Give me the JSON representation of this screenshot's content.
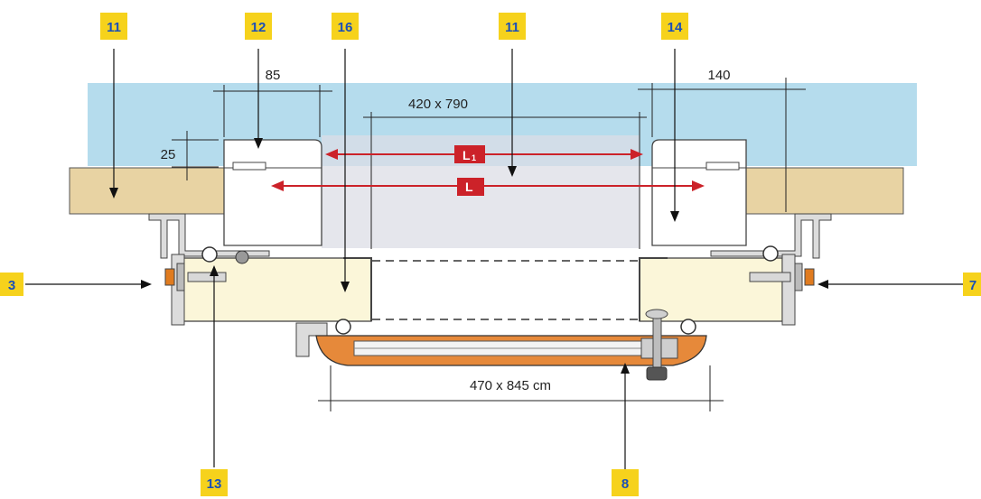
{
  "badges": {
    "b11_left": "11",
    "b12": "12",
    "b16": "16",
    "b11_mid": "11",
    "b14": "14",
    "b3": "3",
    "b7": "7",
    "b13": "13",
    "b8": "8"
  },
  "dimensions": {
    "d85": "85",
    "d140": "140",
    "d25": "25",
    "opening": "420 x 790",
    "overall": "470 x 845 cm"
  },
  "labels": {
    "l1_main": "L",
    "l1_sub": "1",
    "l": "L"
  },
  "colors": {
    "water": "#b5dced",
    "badge": "#f6d21c",
    "badge_text": "#1a4fb8",
    "red_label": "#cc2229",
    "wood": "#e8d3a3",
    "profile": "#fbf6d9",
    "lid": "#e6893a"
  }
}
